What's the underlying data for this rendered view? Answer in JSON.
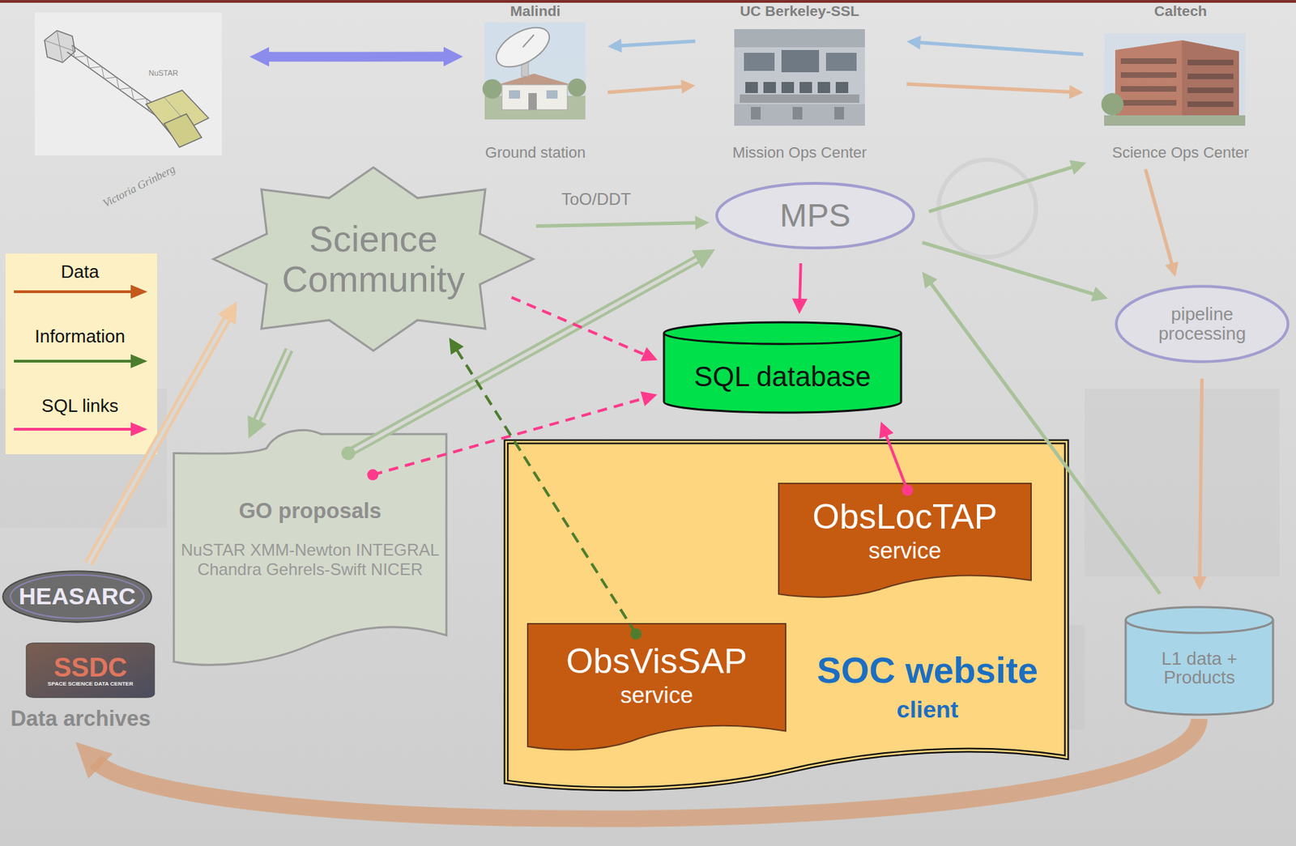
{
  "diagram": {
    "nodes": [
      {
        "text": [
          "NuSTAR"
        ]
      },
      {
        "text": [
          "Malindi",
          "Ground station"
        ]
      },
      {
        "text": [
          "UC Berkeley-SSL",
          "Mission Ops Center"
        ]
      },
      {
        "text": [
          "Caltech",
          "Science Ops Center"
        ]
      },
      {
        "text": [
          "Science Community"
        ]
      },
      {
        "text": [
          "MPS"
        ]
      },
      {
        "text": [
          "pipeline processing"
        ]
      },
      {
        "text": [
          "SQL database"
        ]
      },
      {
        "text": [
          "GO proposals",
          "NuSTAR XMM-Newton INTEGRAL Chandra Gehrels-Swift NICER"
        ]
      },
      {
        "text": [
          "SOC website",
          "client"
        ]
      },
      {
        "text": [
          "ObsLocTAP",
          "service"
        ],
        "in": 9
      },
      {
        "text": [
          "ObsVisSAP",
          "service"
        ],
        "in": 9
      },
      {
        "text": [
          "L1 data + Products"
        ]
      },
      {
        "text": [
          "Data archives"
        ]
      },
      {
        "text": [
          "HEASARC"
        ],
        "in": 13
      },
      {
        "text": [
          "SSDC",
          "SPACE SCIENCE DATA CENTER"
        ],
        "in": 13
      }
    ],
    "edges": [
      {
        "from": 0,
        "to": 1,
        "arrow": "both"
      },
      {
        "from": 2,
        "to": 1,
        "arrow": "to"
      },
      {
        "from": 1,
        "to": 2,
        "arrow": "to"
      },
      {
        "from": 3,
        "to": 2,
        "arrow": "to"
      },
      {
        "from": 2,
        "to": 3,
        "arrow": "to"
      },
      {
        "from": 4,
        "to": 5,
        "label": "ToO/DDT",
        "arrow": "to"
      },
      {
        "from": 5,
        "to": 3,
        "arrow": "to"
      },
      {
        "from": 5,
        "to": 6,
        "arrow": "to"
      },
      {
        "from": 3,
        "to": 6,
        "arrow": "to"
      },
      {
        "from": 6,
        "to": 12,
        "arrow": "to"
      },
      {
        "from": 12,
        "to": 5,
        "arrow": "to"
      },
      {
        "from": 12,
        "to": 13,
        "arrow": "to"
      },
      {
        "from": 13,
        "to": 4,
        "arrow": "to"
      },
      {
        "from": 4,
        "to": 8,
        "arrow": "to"
      },
      {
        "from": 8,
        "to": 5,
        "arrow": "to"
      },
      {
        "from": 5,
        "to": 7,
        "arrow": "to"
      },
      {
        "from": 4,
        "to": 7,
        "arrow": "to"
      },
      {
        "from": 8,
        "to": 7,
        "arrow": "to"
      },
      {
        "from": 10,
        "to": 7,
        "arrow": "to"
      },
      {
        "from": 11,
        "to": 4,
        "arrow": "to"
      }
    ],
    "labels": [
      "Victoria Grinberg"
    ],
    "legend": [
      {
        "text": "Data"
      },
      {
        "text": "Information"
      },
      {
        "text": "SQL links"
      }
    ]
  }
}
